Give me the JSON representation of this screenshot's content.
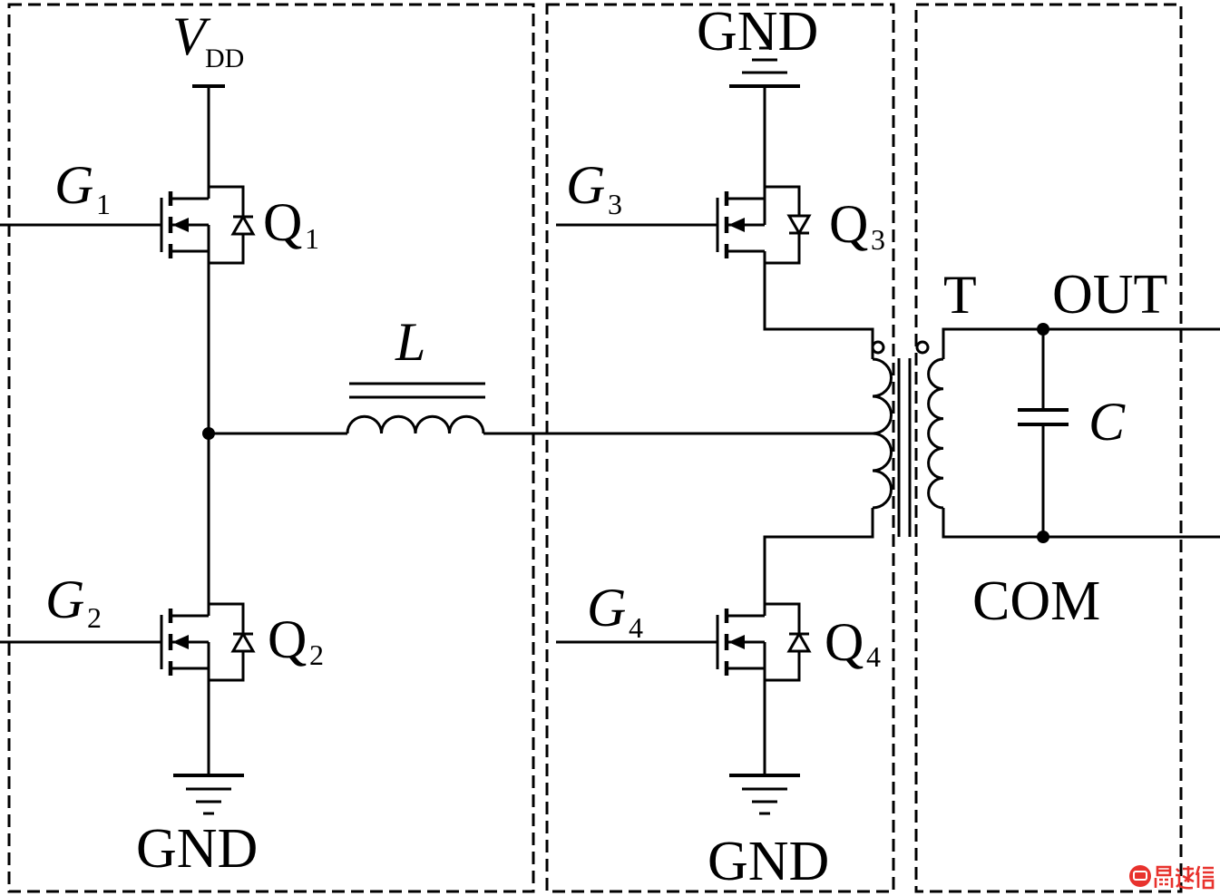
{
  "diagram": {
    "supply": {
      "symbol": "V",
      "subscript": "DD"
    },
    "gates": [
      {
        "symbol": "G",
        "subscript": "1"
      },
      {
        "symbol": "G",
        "subscript": "2"
      },
      {
        "symbol": "G",
        "subscript": "3"
      },
      {
        "symbol": "G",
        "subscript": "4"
      }
    ],
    "transistors": [
      {
        "symbol": "Q",
        "subscript": "1"
      },
      {
        "symbol": "Q",
        "subscript": "2"
      },
      {
        "symbol": "Q",
        "subscript": "3"
      },
      {
        "symbol": "Q",
        "subscript": "4"
      }
    ],
    "inductor": "L",
    "capacitor": "C",
    "transformer": "T",
    "output": "OUT",
    "common": "COM",
    "grounds": [
      "GND",
      "GND",
      "GND"
    ]
  },
  "watermark": {
    "text": "鼎述信",
    "color": "#e8322d"
  },
  "colors": {
    "line": "#000000",
    "background": "#ffffff"
  }
}
